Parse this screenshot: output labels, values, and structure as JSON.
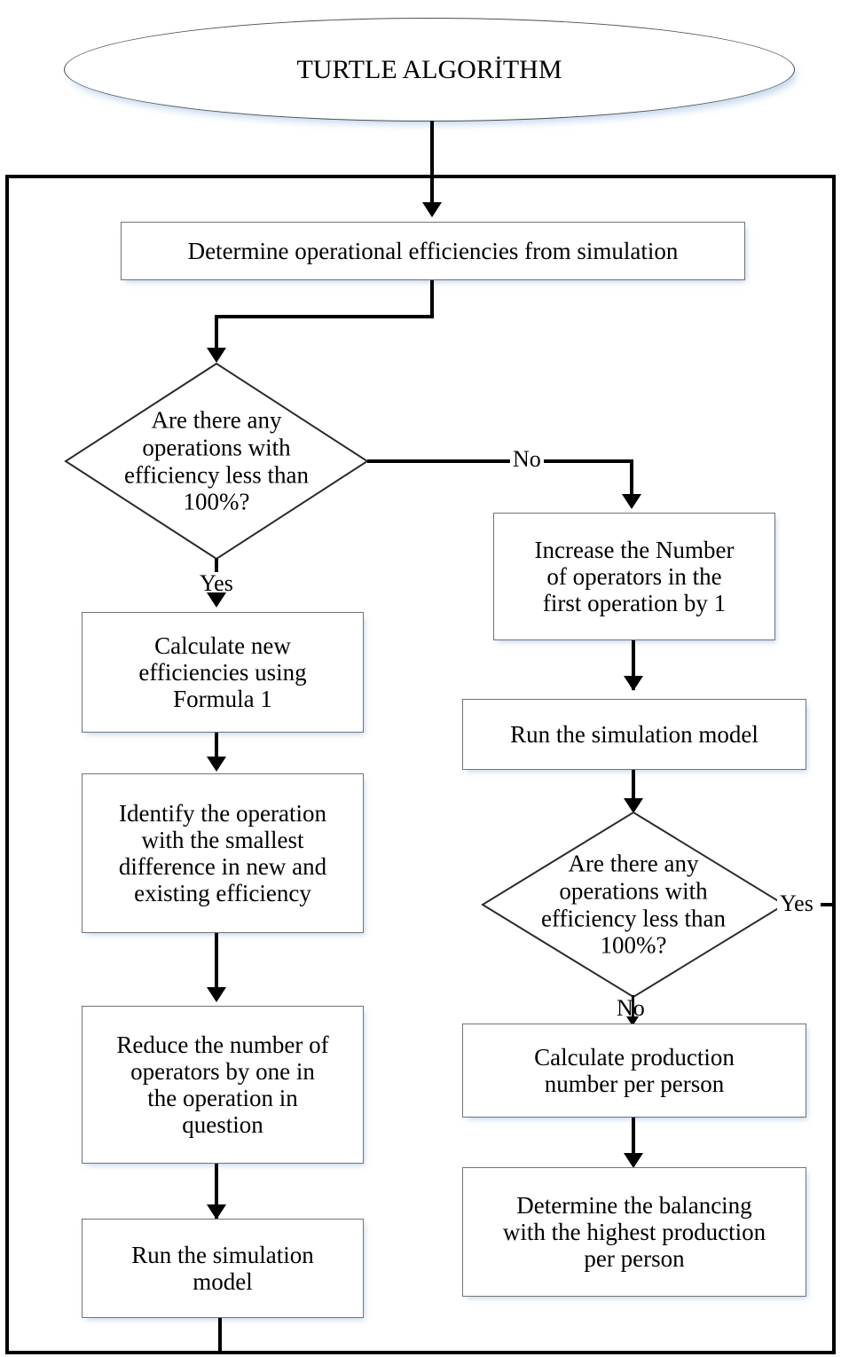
{
  "diagram": {
    "title": "TURTLE ALGORİTHM",
    "type": "flowchart",
    "start": {
      "label": "TURTLE ALGORİTHM",
      "shape": "ellipse"
    },
    "nodes": [
      {
        "id": "n1",
        "shape": "process",
        "label": "Determine operational efficiencies from simulation"
      },
      {
        "id": "d1",
        "shape": "decision",
        "lines": [
          "Are there any",
          "operations with",
          "efficiency less than",
          "100%?"
        ]
      },
      {
        "id": "n2",
        "shape": "process",
        "lines": [
          "Calculate new",
          "efficiencies using",
          "Formula 1"
        ]
      },
      {
        "id": "n3",
        "shape": "process",
        "lines": [
          "Identify the operation",
          "with the smallest",
          "difference in new and",
          "existing efficiency"
        ]
      },
      {
        "id": "n4",
        "shape": "process",
        "lines": [
          "Reduce the number of",
          "operators by one in",
          "the operation in",
          "question"
        ]
      },
      {
        "id": "n5",
        "shape": "process",
        "lines": [
          "Run the simulation",
          "model"
        ]
      },
      {
        "id": "n6",
        "shape": "process",
        "lines": [
          "Increase the Number",
          "of operators in the",
          "first operation by 1"
        ]
      },
      {
        "id": "n7",
        "shape": "process",
        "label": "Run the simulation model"
      },
      {
        "id": "d2",
        "shape": "decision",
        "lines": [
          "Are there any",
          "operations with",
          "efficiency less than",
          "100%?"
        ]
      },
      {
        "id": "n8",
        "shape": "process",
        "lines": [
          "Calculate production",
          "number per person"
        ]
      },
      {
        "id": "n9",
        "shape": "process",
        "lines": [
          "Determine the balancing",
          "with the highest production",
          "per person"
        ]
      }
    ],
    "edge_labels": {
      "d1_no": "No",
      "d1_yes": "Yes",
      "d2_yes": "Yes",
      "d2_no": "No"
    },
    "colors": {
      "line": "#000000",
      "box_border": "#6f7478",
      "shadow": "#b9d2ee",
      "background": "#ffffff"
    }
  }
}
